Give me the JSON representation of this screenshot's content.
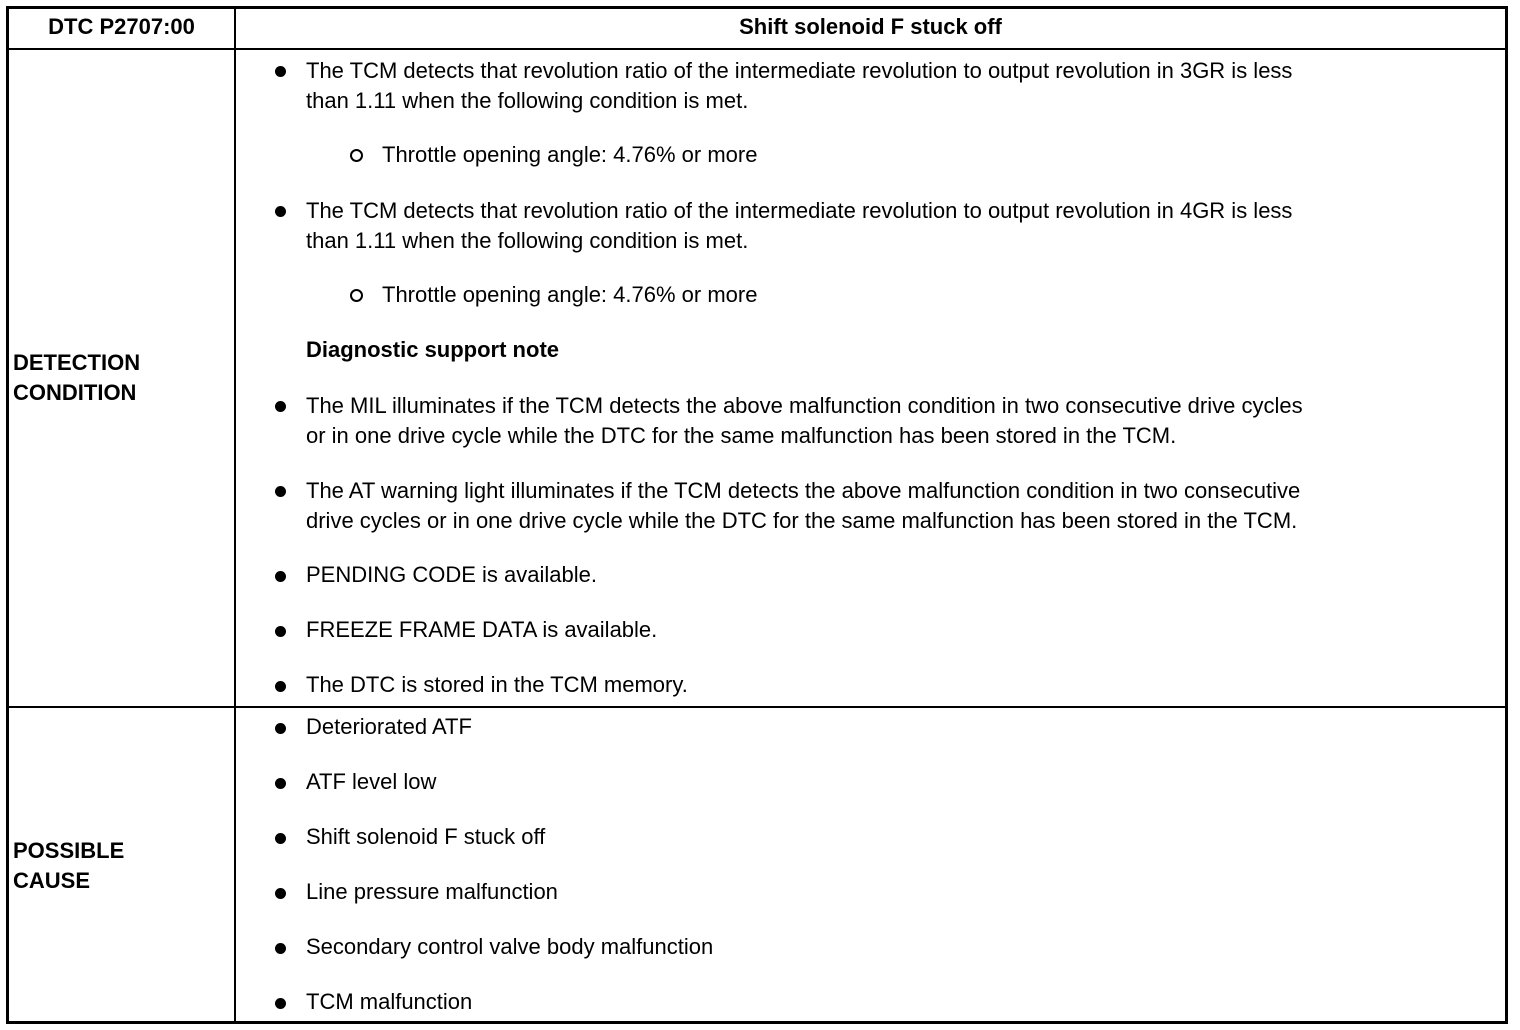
{
  "header": {
    "dtc_code": "DTC P2707:00",
    "title": "Shift solenoid F stuck off"
  },
  "detection": {
    "label_line1": "DETECTION",
    "label_line2": "CONDITION",
    "items": [
      {
        "line1": "The TCM detects that revolution ratio of the intermediate revolution to output revolution in 3GR is less",
        "line2": "than 1.11 when the following condition is met."
      },
      {
        "line1": "The TCM detects that revolution ratio of the intermediate revolution to output revolution in 4GR is less",
        "line2": "than 1.11 when the following condition is met."
      }
    ],
    "sub_items": [
      "Throttle opening angle: 4.76% or more",
      "Throttle opening angle: 4.76% or more"
    ],
    "note_heading": "Diagnostic support note",
    "notes": [
      {
        "line1": "The MIL illuminates if the TCM detects the above malfunction condition in two consecutive drive cycles",
        "line2": "or in one drive cycle while the DTC for the same malfunction has been stored in the TCM."
      },
      {
        "line1": "The AT warning light illuminates if the TCM detects the above malfunction condition in two consecutive",
        "line2": "drive cycles or in one drive cycle while the DTC for the same malfunction has been stored in the TCM."
      },
      {
        "line1": "PENDING CODE is available."
      },
      {
        "line1": "FREEZE FRAME DATA is available."
      },
      {
        "line1": "The DTC is stored in the TCM memory."
      }
    ]
  },
  "cause": {
    "label_line1": "POSSIBLE",
    "label_line2": "CAUSE",
    "items": [
      "Deteriorated ATF",
      "ATF level low",
      "Shift solenoid F stuck off",
      "Line pressure malfunction",
      "Secondary control valve body malfunction",
      "TCM malfunction"
    ]
  }
}
